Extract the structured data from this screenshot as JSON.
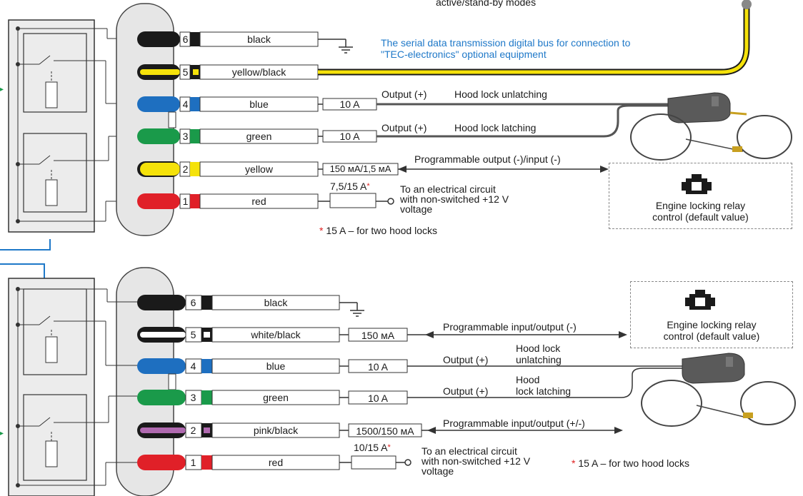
{
  "top": {
    "header_note": "active/stand-by modes",
    "bus_note_line1": "The serial data transmission digital bus for connection to",
    "bus_note_line2": "\"TEC-electronics\"  optional equipment",
    "pins": [
      {
        "num": "6",
        "wire": "black"
      },
      {
        "num": "5",
        "wire": "yellow/black"
      },
      {
        "num": "4",
        "wire": "blue",
        "rating": "10 A",
        "output": "Output (+)",
        "func": "Hood lock unlatching"
      },
      {
        "num": "3",
        "wire": "green",
        "rating": "10 A",
        "output": "Output (+)",
        "func": "Hood lock latching"
      },
      {
        "num": "2",
        "wire": "yellow",
        "rating": "150 мА/1,5 мА",
        "func": "Programmable output (-)/input (-)"
      },
      {
        "num": "1",
        "wire": "red"
      }
    ],
    "fuse_label": "7,5/15 A",
    "fuse_star": "*",
    "circuit_line1": "To an electrical circuit",
    "circuit_line2": "with non-switched +12 V",
    "circuit_line3": "voltage",
    "footnote_star": "*",
    "footnote": "15 A – for two hood locks",
    "engine_line1": "Engine locking relay",
    "engine_line2": "control (default value)"
  },
  "bottom": {
    "pins": [
      {
        "num": "6",
        "wire": "black"
      },
      {
        "num": "5",
        "wire": "white/black",
        "rating": "150 мА",
        "func": "Programmable input/output (-)"
      },
      {
        "num": "4",
        "wire": "blue",
        "rating": "10 A",
        "output": "Output (+)",
        "func1": "Hood lock",
        "func2": "unlatching"
      },
      {
        "num": "3",
        "wire": "green",
        "rating": "10 A",
        "output": "Output (+)",
        "func1": "Hood",
        "func2": "lock latching"
      },
      {
        "num": "2",
        "wire": "pink/black",
        "rating": "1500/150 мА",
        "func": "Programmable input/output (+/-)"
      },
      {
        "num": "1",
        "wire": "red"
      }
    ],
    "fuse_label": "10/15 A",
    "fuse_star": "*",
    "circuit_line1": "To an electrical circuit",
    "circuit_line2": "with non-switched +12 V",
    "circuit_line3": "voltage",
    "footnote_star": "*",
    "footnote": "15 A – for two hood locks",
    "engine_line1": "Engine locking relay",
    "engine_line2": "control (default value)"
  },
  "colors": {
    "black": "#1a1a1a",
    "yellow": "#f5e20a",
    "blue": "#1e6fc0",
    "green": "#1a9a4a",
    "red": "#e02028",
    "pink": "#b06ab0",
    "accent_blue": "#1e78c8",
    "connector_fill": "#e6e6e6",
    "relay_fill": "#ececec",
    "actuator": "#5a5a5a"
  },
  "icons": [
    "engine-icon",
    "ground-icon",
    "fuse-icon",
    "hood-lock-actuator-icon",
    "relay-icon"
  ]
}
